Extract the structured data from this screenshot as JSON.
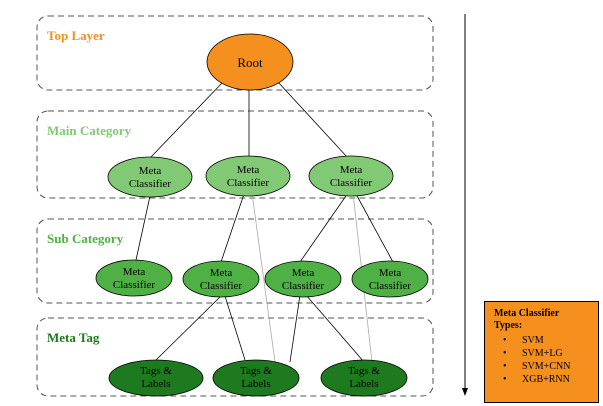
{
  "layers": [
    {
      "title": "Top Layer",
      "color": "#f5901e"
    },
    {
      "title": "Main Category",
      "color": "#82c975"
    },
    {
      "title": "Sub Category",
      "color": "#4fb046"
    },
    {
      "title": "Meta Tag",
      "color": "#1d7a1e"
    }
  ],
  "nodes": {
    "root": "Root",
    "meta_line1": "Meta",
    "meta_line2": "Classifier",
    "tag_line1": "Tags &",
    "tag_line2": "Labels"
  },
  "colors": {
    "root_fill": "#f5901e",
    "main_fill": "#82c975",
    "sub_fill": "#4fb046",
    "tag_fill": "#1d7a1e"
  },
  "legend": {
    "title_line1": "Meta Classifier",
    "title_line2": "Types:",
    "items": [
      "SVM",
      "SVM+LG",
      "SVM+CNN",
      "XGB+RNN"
    ]
  }
}
